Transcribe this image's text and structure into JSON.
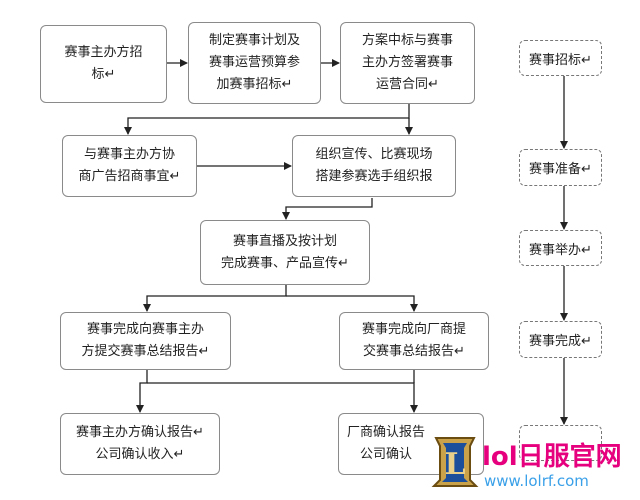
{
  "flow": {
    "b1": "赛事主办方招\n标↵",
    "b2": "制定赛事计划及\n赛事运营预算参\n加赛事招标↵",
    "b3": "方案中标与赛事\n主办方签署赛事\n运营合同↵",
    "b4": "与赛事主办方协\n商广告招商事宜↵",
    "b5": "组织宣传、比赛现场\n搭建参赛选手组织报",
    "b6": "赛事直播及按计划\n完成赛事、产品宣传↵",
    "b7": "赛事完成向赛事主办\n方提交赛事总结报告↵",
    "b8": "赛事完成向厂商提\n交赛事总结报告↵",
    "b9": "赛事主办方确认报告↵\n公司确认收入↵",
    "b10": "厂商确认报告\n公司确认"
  },
  "stages": {
    "s1": "赛事招标↵",
    "s2": "赛事准备↵",
    "s3": "赛事举办↵",
    "s4": "赛事完成↵",
    "s5": ""
  },
  "watermark": {
    "title": "lol日服官网",
    "url": "www.lolrf.com",
    "logo_letter": "L",
    "title_color": "#e6007e",
    "url_color": "#3aa0e8",
    "logo_color": "#1b4f9c"
  }
}
